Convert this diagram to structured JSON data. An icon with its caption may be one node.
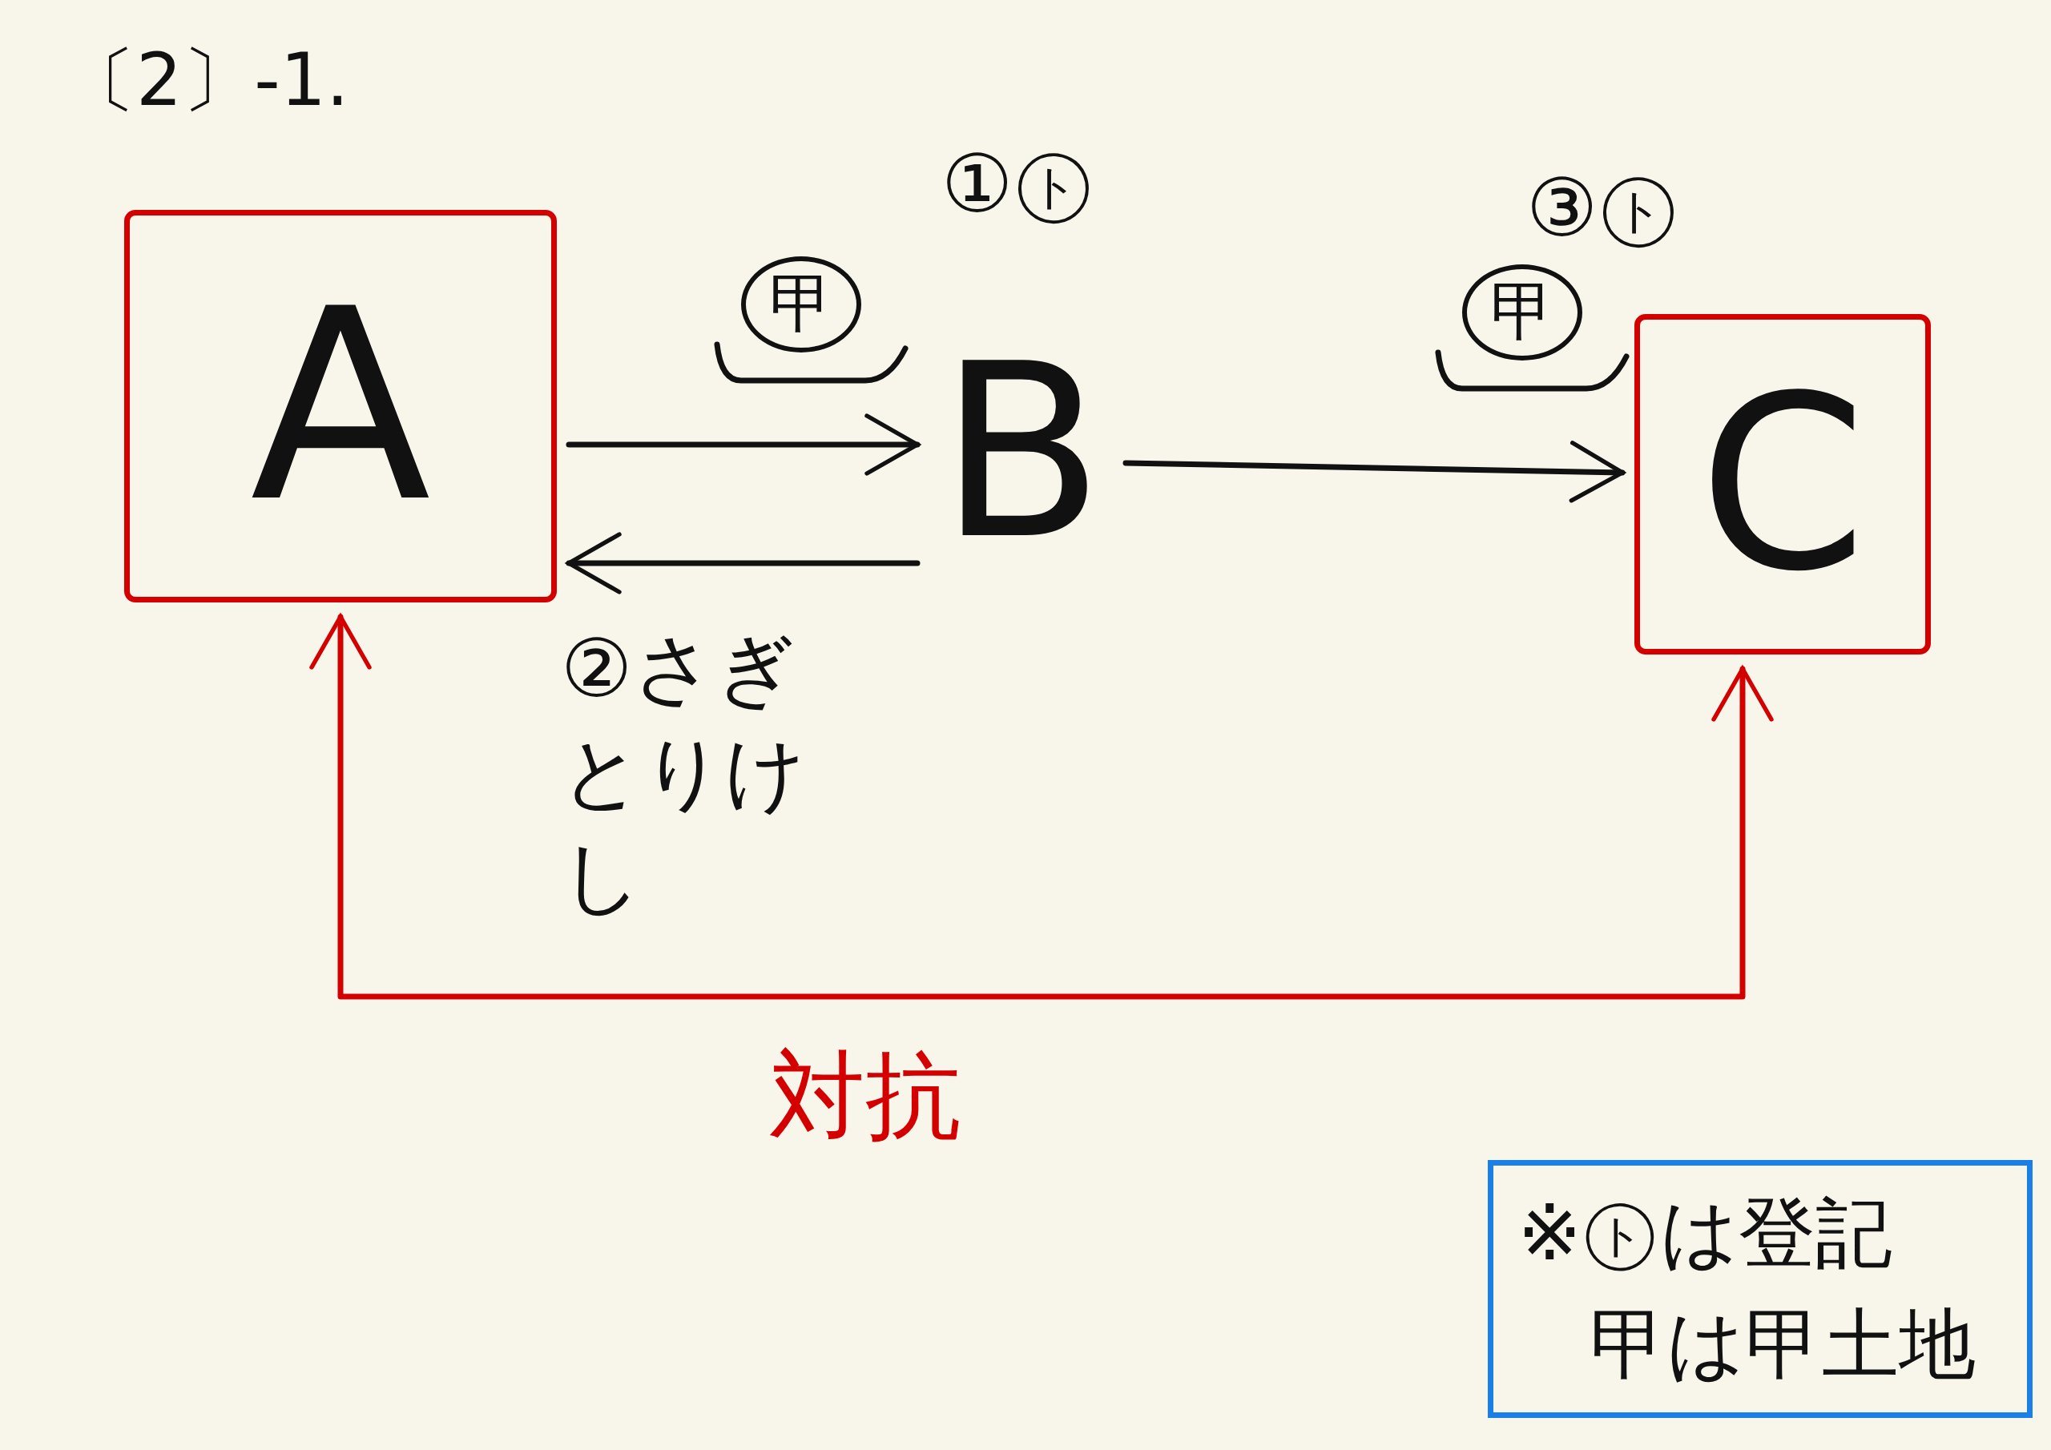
{
  "diagram": {
    "title": "〔2〕-1.",
    "nodes": [
      {
        "text": [
          "A"
        ]
      },
      {
        "text": [
          "B"
        ]
      },
      {
        "text": [
          "C"
        ]
      },
      {
        "text": [
          "※㋣は登記",
          "甲は甲土地"
        ]
      }
    ],
    "edges": [
      {
        "from": 0,
        "to": 1,
        "arrow": "to",
        "label": "①㋣"
      },
      {
        "from": 1,
        "to": 0,
        "arrow": "to",
        "label": "②さぎとりけし"
      },
      {
        "from": 1,
        "to": 2,
        "arrow": "to",
        "label": "③㋣"
      },
      {
        "from": 0,
        "to": 2,
        "arrow": "both",
        "label": "対抗",
        "color": "#d40000"
      }
    ],
    "labels": [
      "甲",
      "甲"
    ]
  }
}
